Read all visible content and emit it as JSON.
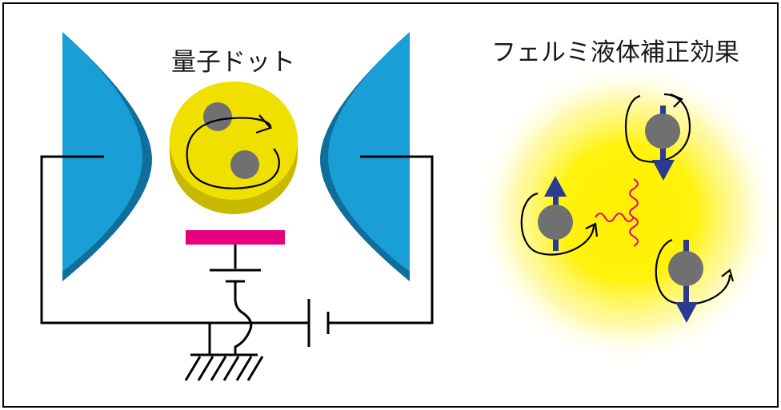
{
  "left_panel": {
    "title": "量子ドット"
  },
  "right_panel": {
    "title": "フェルミ液体補正効果"
  },
  "colors": {
    "lead_blue": "#1a9ed6",
    "lead_shadow": "#0f6e9b",
    "dot_yellow": "#f0e000",
    "dot_shadow": "#c8b800",
    "gate_magenta": "#e6007e",
    "electron_gray": "#707070",
    "spin_arrow": "#2a3a8e",
    "interaction_line": "#e6007e",
    "glow_yellow": "#fff200",
    "circuit_black": "#000000"
  },
  "icons": {
    "electron": "gray-circle",
    "spin_up": "blue-arrow-up",
    "spin_down": "blue-arrow-down",
    "rotation": "curved-arrow",
    "ground": "hatched-ground",
    "battery": "battery-plates"
  }
}
